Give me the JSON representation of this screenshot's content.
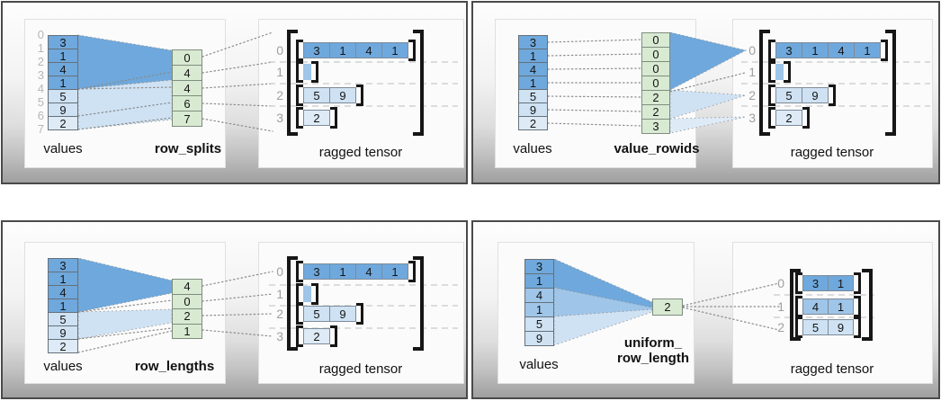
{
  "palette": {
    "dark": "#6fa8dc",
    "medium": "#9fc5e8",
    "light": "#cfe2f3",
    "lighter": "#deebf7",
    "green": "#d9ead3"
  },
  "panels": [
    {
      "name": "row-splits",
      "values_label": "values",
      "method_label_lines": [
        "row_splits"
      ],
      "tensor_label": "ragged tensor",
      "boundary_indices": [
        "0",
        "1",
        "2",
        "3",
        "4",
        "5",
        "6",
        "7"
      ],
      "values": [
        {
          "v": "3",
          "shade": "dark"
        },
        {
          "v": "1",
          "shade": "dark"
        },
        {
          "v": "4",
          "shade": "dark"
        },
        {
          "v": "1",
          "shade": "dark"
        },
        {
          "v": "5",
          "shade": "light"
        },
        {
          "v": "9",
          "shade": "light"
        },
        {
          "v": "2",
          "shade": "lighter"
        }
      ],
      "aux_cells": [
        {
          "v": "0"
        },
        {
          "v": "4"
        },
        {
          "v": "4"
        },
        {
          "v": "6"
        },
        {
          "v": "7"
        }
      ],
      "tensor_rows": [
        {
          "index": "0",
          "shade": "dark",
          "empty": false,
          "cells": [
            {
              "v": "3"
            },
            {
              "v": "1"
            },
            {
              "v": "4"
            },
            {
              "v": "1"
            }
          ]
        },
        {
          "index": "1",
          "shade": "medium",
          "empty": true,
          "cells": []
        },
        {
          "index": "2",
          "shade": "light",
          "empty": false,
          "cells": [
            {
              "v": "5"
            },
            {
              "v": "9"
            }
          ]
        },
        {
          "index": "3",
          "shade": "lighter",
          "empty": false,
          "cells": [
            {
              "v": "2"
            }
          ]
        }
      ]
    },
    {
      "name": "value-rowids",
      "values_label": "values",
      "method_label_lines": [
        "value_rowids"
      ],
      "tensor_label": "ragged tensor",
      "boundary_indices": [],
      "values": [
        {
          "v": "3",
          "shade": "dark"
        },
        {
          "v": "1",
          "shade": "dark"
        },
        {
          "v": "4",
          "shade": "dark"
        },
        {
          "v": "1",
          "shade": "dark"
        },
        {
          "v": "5",
          "shade": "light"
        },
        {
          "v": "9",
          "shade": "light"
        },
        {
          "v": "2",
          "shade": "lighter"
        }
      ],
      "aux_cells": [
        {
          "v": "0"
        },
        {
          "v": "0"
        },
        {
          "v": "0"
        },
        {
          "v": "0"
        },
        {
          "v": "2"
        },
        {
          "v": "2"
        },
        {
          "v": "3"
        }
      ],
      "tensor_rows": [
        {
          "index": "0",
          "shade": "dark",
          "empty": false,
          "cells": [
            {
              "v": "3"
            },
            {
              "v": "1"
            },
            {
              "v": "4"
            },
            {
              "v": "1"
            }
          ]
        },
        {
          "index": "1",
          "shade": "medium",
          "empty": true,
          "cells": []
        },
        {
          "index": "2",
          "shade": "light",
          "empty": false,
          "cells": [
            {
              "v": "5"
            },
            {
              "v": "9"
            }
          ]
        },
        {
          "index": "3",
          "shade": "lighter",
          "empty": false,
          "cells": [
            {
              "v": "2"
            }
          ]
        }
      ]
    },
    {
      "name": "row-lengths",
      "values_label": "values",
      "method_label_lines": [
        "row_lengths"
      ],
      "tensor_label": "ragged tensor",
      "boundary_indices": [],
      "values": [
        {
          "v": "3",
          "shade": "dark"
        },
        {
          "v": "1",
          "shade": "dark"
        },
        {
          "v": "4",
          "shade": "dark"
        },
        {
          "v": "1",
          "shade": "dark"
        },
        {
          "v": "5",
          "shade": "light"
        },
        {
          "v": "9",
          "shade": "light"
        },
        {
          "v": "2",
          "shade": "lighter"
        }
      ],
      "aux_cells": [
        {
          "v": "4"
        },
        {
          "v": "0"
        },
        {
          "v": "2"
        },
        {
          "v": "1"
        }
      ],
      "tensor_rows": [
        {
          "index": "0",
          "shade": "dark",
          "empty": false,
          "cells": [
            {
              "v": "3"
            },
            {
              "v": "1"
            },
            {
              "v": "4"
            },
            {
              "v": "1"
            }
          ]
        },
        {
          "index": "1",
          "shade": "medium",
          "empty": true,
          "cells": []
        },
        {
          "index": "2",
          "shade": "light",
          "empty": false,
          "cells": [
            {
              "v": "5"
            },
            {
              "v": "9"
            }
          ]
        },
        {
          "index": "3",
          "shade": "lighter",
          "empty": false,
          "cells": [
            {
              "v": "2"
            }
          ]
        }
      ]
    },
    {
      "name": "uniform-row-length",
      "values_label": "values",
      "method_label_lines": [
        "uniform_",
        "row_length"
      ],
      "tensor_label": "ragged tensor",
      "boundary_indices": [],
      "values": [
        {
          "v": "3",
          "shade": "dark"
        },
        {
          "v": "1",
          "shade": "dark"
        },
        {
          "v": "4",
          "shade": "medium"
        },
        {
          "v": "1",
          "shade": "medium"
        },
        {
          "v": "5",
          "shade": "light"
        },
        {
          "v": "9",
          "shade": "light"
        }
      ],
      "aux_cells": [
        {
          "v": "2"
        }
      ],
      "tensor_rows": [
        {
          "index": "0",
          "shade": "dark",
          "empty": false,
          "cells": [
            {
              "v": "3"
            },
            {
              "v": "1"
            }
          ]
        },
        {
          "index": "1",
          "shade": "medium",
          "empty": false,
          "cells": [
            {
              "v": "4"
            },
            {
              "v": "1"
            }
          ]
        },
        {
          "index": "2",
          "shade": "light",
          "empty": false,
          "cells": [
            {
              "v": "5"
            },
            {
              "v": "9"
            }
          ]
        }
      ]
    }
  ]
}
